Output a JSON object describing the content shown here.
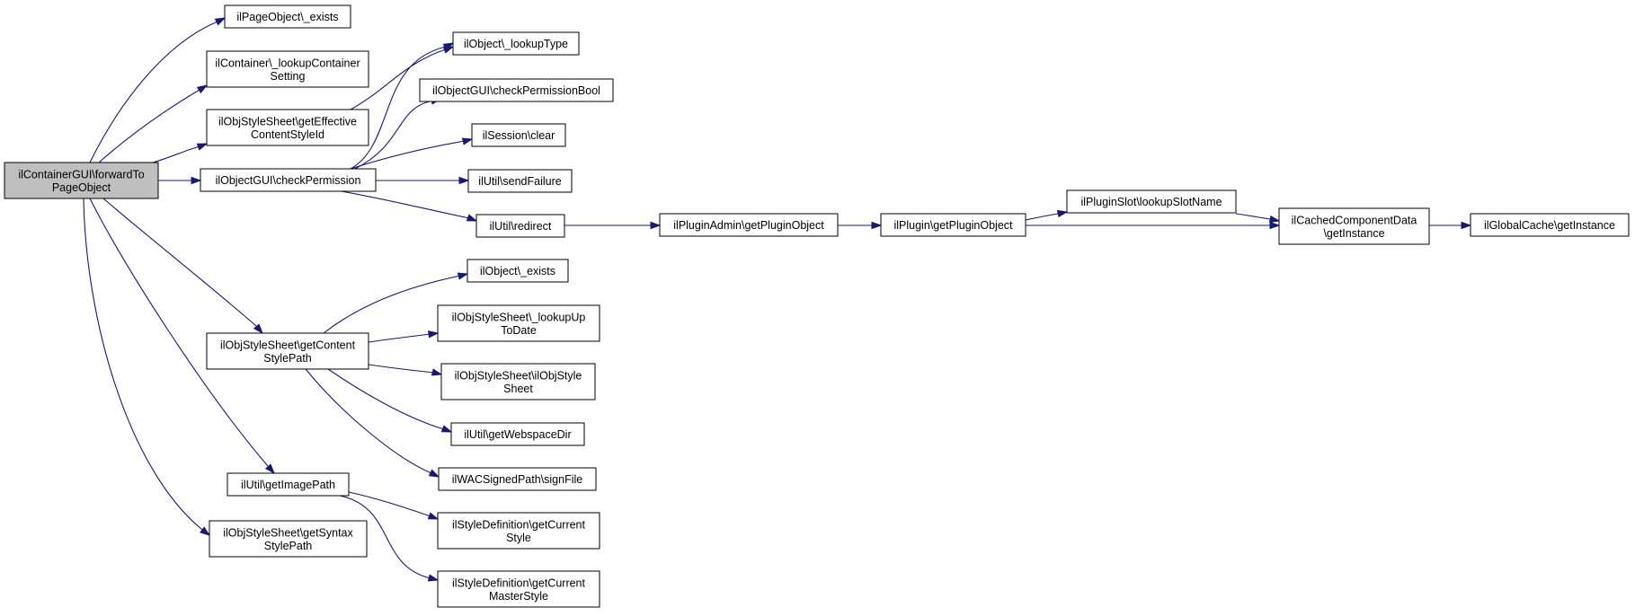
{
  "colors": {
    "edge": "#191970",
    "root_fill": "#bfbfbf",
    "node_fill": "#ffffff",
    "node_border": "#000000"
  },
  "nodes": {
    "forwardToPageObject": [
      "ilContainerGUI\\forwardTo",
      "PageObject"
    ],
    "pageObjectExists": [
      "ilPageObject\\_exists"
    ],
    "lookupContainerSetting": [
      "ilContainer\\_lookupContainer",
      "Setting"
    ],
    "getEffectiveContentStyleId": [
      "ilObjStyleSheet\\getEffective",
      "ContentStyleId"
    ],
    "checkPermission": [
      "ilObjectGUI\\checkPermission"
    ],
    "getContentStylePath": [
      "ilObjStyleSheet\\getContent",
      "StylePath"
    ],
    "getImagePath": [
      "ilUtil\\getImagePath"
    ],
    "getSyntaxStylePath": [
      "ilObjStyleSheet\\getSyntax",
      "StylePath"
    ],
    "lookupType": [
      "ilObject\\_lookupType"
    ],
    "checkPermissionBool": [
      "ilObjectGUI\\checkPermissionBool"
    ],
    "sessionClear": [
      "ilSession\\clear"
    ],
    "sendFailure": [
      "ilUtil\\sendFailure"
    ],
    "redirect": [
      "ilUtil\\redirect"
    ],
    "objectExists": [
      "ilObject\\_exists"
    ],
    "lookupUpToDate": [
      "ilObjStyleSheet\\_lookupUp",
      "ToDate"
    ],
    "ilObjStyleSheetCtor": [
      "ilObjStyleSheet\\ilObjStyle",
      "Sheet"
    ],
    "getWebspaceDir": [
      "ilUtil\\getWebspaceDir"
    ],
    "signFile": [
      "ilWACSignedPath\\signFile"
    ],
    "getCurrentStyle": [
      "ilStyleDefinition\\getCurrent",
      "Style"
    ],
    "getCurrentMasterStyle": [
      "ilStyleDefinition\\getCurrent",
      "MasterStyle"
    ],
    "pluginAdminGetPluginObject": [
      "ilPluginAdmin\\getPluginObject"
    ],
    "pluginGetPluginObject": [
      "ilPlugin\\getPluginObject"
    ],
    "lookupSlotName": [
      "ilPluginSlot\\lookupSlotName"
    ],
    "cachedComponentDataGetInstance": [
      "ilCachedComponentData",
      "\\getInstance"
    ],
    "globalCacheGetInstance": [
      "ilGlobalCache\\getInstance"
    ]
  }
}
